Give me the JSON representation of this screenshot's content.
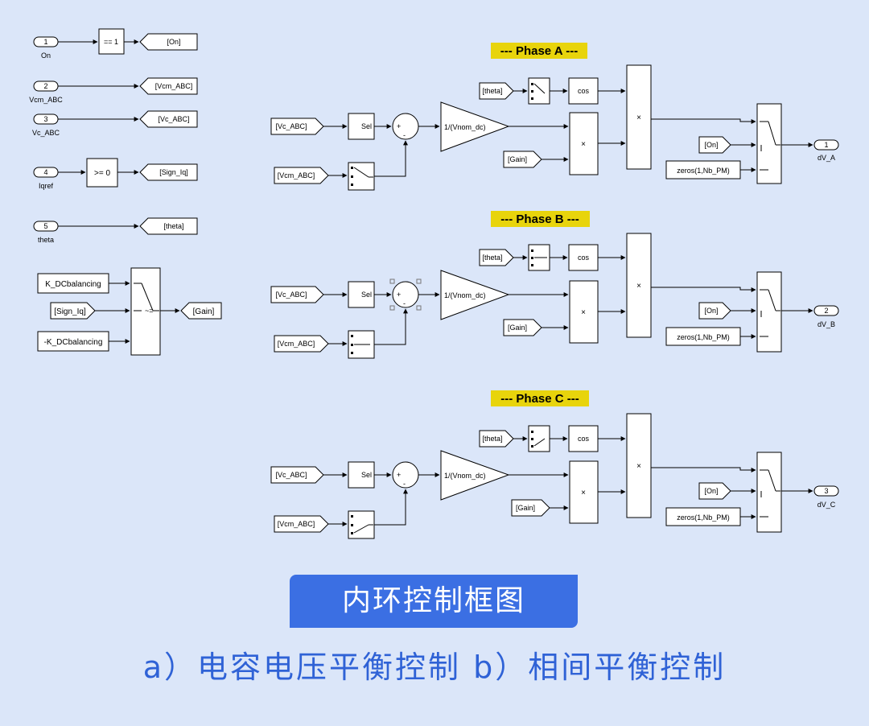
{
  "colors": {
    "background": "#dbe6f9",
    "accent": "#3b6fe3",
    "phase_highlight": "#e8d40c"
  },
  "inports": [
    {
      "num": "1",
      "name": "On",
      "goto": "[On]",
      "op": "== 1"
    },
    {
      "num": "2",
      "name": "Vcm_ABC",
      "goto": "[Vcm_ABC]",
      "op": ""
    },
    {
      "num": "3",
      "name": "Vc_ABC",
      "goto": "[Vc_ABC]",
      "op": ""
    },
    {
      "num": "4",
      "name": "Iqref",
      "goto": "[Sign_Iq]",
      "op": ">= 0"
    },
    {
      "num": "5",
      "name": "theta",
      "goto": "[theta]",
      "op": ""
    }
  ],
  "gain_switch": {
    "in1": "K_DCbalancing",
    "ctrl": "[Sign_Iq]",
    "in3": "-K_DCbalancing",
    "crit": "~=",
    "out": "[Gain]"
  },
  "phases": [
    {
      "title": "--- Phase A ---",
      "vc": "[Vc_ABC]",
      "vcm": "[Vcm_ABC]",
      "sel": "Sel",
      "sum_plus": "+",
      "sum_minus": "-",
      "gain": "1/(Vnom_dc)",
      "theta": "[theta]",
      "cos": "cos",
      "gain_tag": "[Gain]",
      "mul": "×",
      "on": "[On]",
      "zeros": "zeros(1,Nb_PM)",
      "outnum": "1",
      "outname": "dV_A"
    },
    {
      "title": "--- Phase B ---",
      "vc": "[Vc_ABC]",
      "vcm": "[Vcm_ABC]",
      "sel": "Sel",
      "sum_plus": "+",
      "sum_minus": "-",
      "gain": "1/(Vnom_dc)",
      "theta": "[theta]",
      "cos": "cos",
      "gain_tag": "[Gain]",
      "mul": "×",
      "on": "[On]",
      "zeros": "zeros(1,Nb_PM)",
      "outnum": "2",
      "outname": "dV_B"
    },
    {
      "title": "--- Phase C ---",
      "vc": "[Vc_ABC]",
      "vcm": "[Vcm_ABC]",
      "sel": "Sel",
      "sum_plus": "+",
      "sum_minus": "-",
      "gain": "1/(Vnom_dc)",
      "theta": "[theta]",
      "cos": "cos",
      "gain_tag": "[Gain]",
      "mul": "×",
      "on": "[On]",
      "zeros": "zeros(1,Nb_PM)",
      "outnum": "3",
      "outname": "dV_C"
    }
  ],
  "caption": "内环控制框图",
  "subtitle": "a）电容电压平衡控制  b）相间平衡控制"
}
